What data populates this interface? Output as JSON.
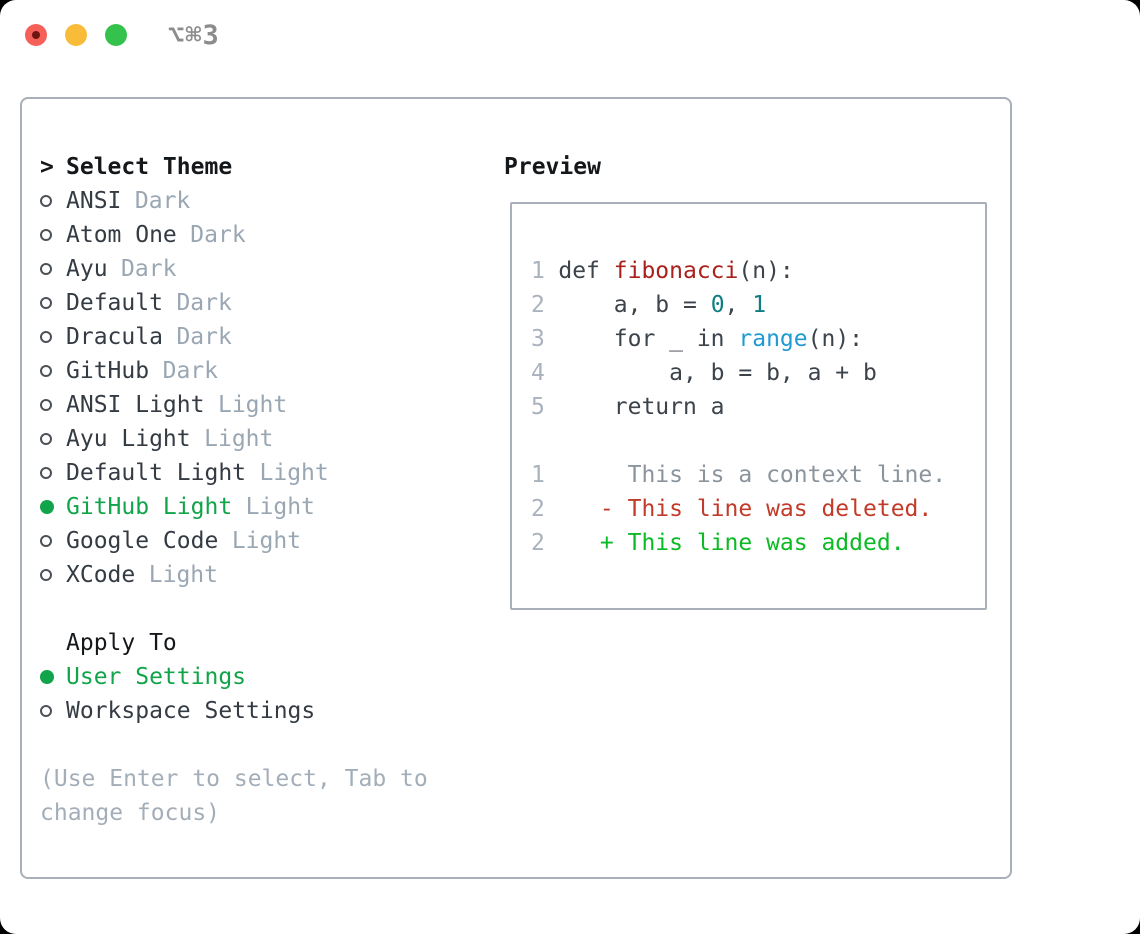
{
  "window": {
    "title": "⌥⌘3"
  },
  "titlebar": {
    "traffic_lights": [
      "close",
      "minimize",
      "zoom"
    ]
  },
  "theme_picker": {
    "prompt": ">",
    "title": "Select Theme",
    "themes": [
      {
        "name": "ANSI",
        "variant": "Dark",
        "selected": false
      },
      {
        "name": "Atom One",
        "variant": "Dark",
        "selected": false
      },
      {
        "name": "Ayu",
        "variant": "Dark",
        "selected": false
      },
      {
        "name": "Default",
        "variant": "Dark",
        "selected": false
      },
      {
        "name": "Dracula",
        "variant": "Dark",
        "selected": false
      },
      {
        "name": "GitHub",
        "variant": "Dark",
        "selected": false
      },
      {
        "name": "ANSI Light",
        "variant": "Light",
        "selected": false
      },
      {
        "name": "Ayu Light",
        "variant": "Light",
        "selected": false
      },
      {
        "name": "Default Light",
        "variant": "Light",
        "selected": false
      },
      {
        "name": "GitHub Light",
        "variant": "Light",
        "selected": true
      },
      {
        "name": "Google Code",
        "variant": "Light",
        "selected": false
      },
      {
        "name": "XCode",
        "variant": "Light",
        "selected": false
      }
    ],
    "apply_to": {
      "title": "Apply To",
      "options": [
        {
          "label": "User Settings",
          "selected": true
        },
        {
          "label": "Workspace Settings",
          "selected": false
        }
      ]
    },
    "hint": "(Use Enter to select, Tab to change focus)"
  },
  "preview": {
    "title": "Preview",
    "code_lines": [
      {
        "num": "1",
        "segments": [
          {
            "text": "def ",
            "style": "default"
          },
          {
            "text": "fibonacci",
            "style": "function"
          },
          {
            "text": "(n):",
            "style": "default"
          }
        ]
      },
      {
        "num": "2",
        "segments": [
          {
            "text": "    a, b = ",
            "style": "default"
          },
          {
            "text": "0",
            "style": "number"
          },
          {
            "text": ", ",
            "style": "default"
          },
          {
            "text": "1",
            "style": "number"
          }
        ]
      },
      {
        "num": "3",
        "segments": [
          {
            "text": "    for _ in ",
            "style": "default"
          },
          {
            "text": "range",
            "style": "builtin"
          },
          {
            "text": "(n):",
            "style": "default"
          }
        ]
      },
      {
        "num": "4",
        "segments": [
          {
            "text": "        a, b = b, a + b",
            "style": "default"
          }
        ]
      },
      {
        "num": "5",
        "segments": [
          {
            "text": "    return a",
            "style": "default"
          }
        ]
      },
      {
        "num": "",
        "segments": []
      },
      {
        "num": "1",
        "segments": [
          {
            "text": "     This is a context line.",
            "style": "context"
          }
        ]
      },
      {
        "num": "2",
        "segments": [
          {
            "text": "   - This line was deleted.",
            "style": "deleted"
          }
        ]
      },
      {
        "num": "2",
        "segments": [
          {
            "text": "   + This line was added.",
            "style": "added"
          }
        ]
      }
    ]
  },
  "colors": {
    "accent_green": "#12a44a",
    "panel_border": "#a9b0b9",
    "text_primary": "#343b43",
    "variant_label": "#9aa7b3",
    "hint_text": "#a3aeb9",
    "titlebar_text": "#8c8c8c",
    "traffic_red": "#f56058",
    "traffic_yellow": "#f8bc38",
    "traffic_green": "#35c24c",
    "code_default": "#3c434b",
    "line_number": "#a9b2bd",
    "function_red": "#a9201c",
    "number_teal": "#0f7e84",
    "builtin_blue": "#209ad2",
    "context_gray": "#8b949d",
    "deleted_red": "#c23b2a",
    "added_green": "#0cba25"
  }
}
